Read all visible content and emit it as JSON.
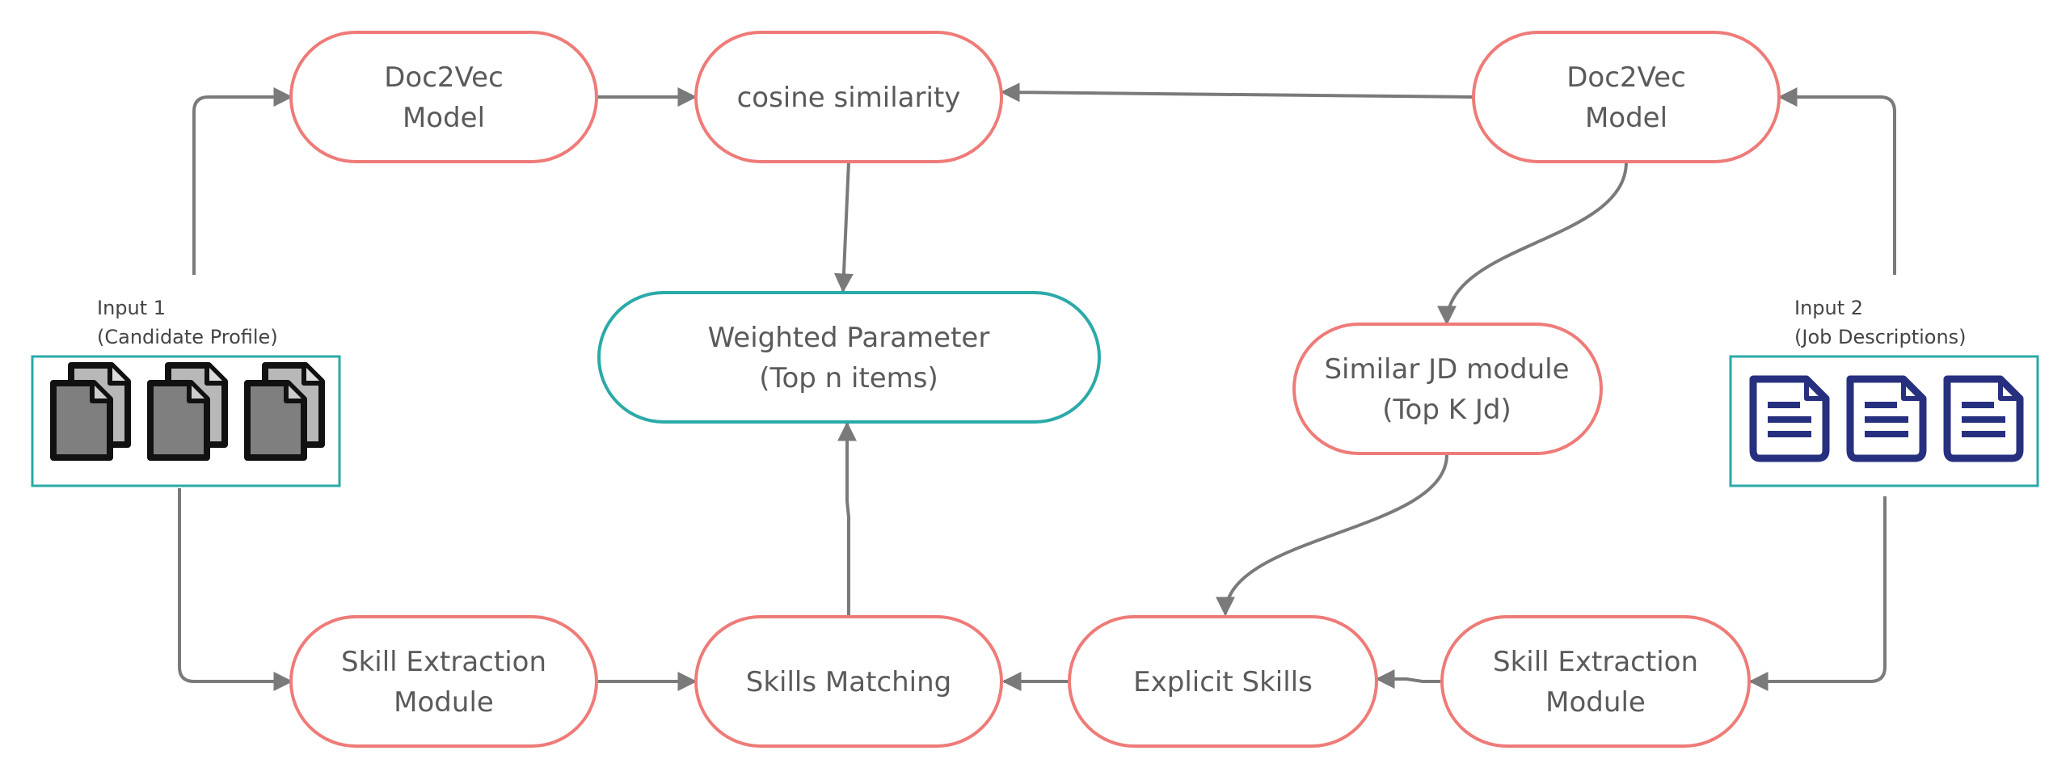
{
  "nodes": {
    "doc2vec_left": {
      "lines": [
        "Doc2Vec",
        "Model"
      ]
    },
    "cosine": {
      "lines": [
        "cosine similarity"
      ]
    },
    "doc2vec_right": {
      "lines": [
        "Doc2Vec",
        "Model"
      ]
    },
    "weighted": {
      "lines": [
        "Weighted Parameter",
        "(Top n items)"
      ]
    },
    "similar_jd": {
      "lines": [
        "Similar JD module",
        "(Top K Jd)"
      ]
    },
    "skill_extraction_left": {
      "lines": [
        "Skill Extraction",
        "Module"
      ]
    },
    "skills_matching": {
      "lines": [
        "Skills Matching"
      ]
    },
    "explicit_skills": {
      "lines": [
        "Explicit Skills"
      ]
    },
    "skill_extraction_right": {
      "lines": [
        "Skill Extraction",
        "Module"
      ]
    }
  },
  "inputs": {
    "input1": {
      "title": "Input 1",
      "subtitle": "(Candidate Profile)",
      "icon": "copy-document-icon",
      "count": 3
    },
    "input2": {
      "title": "Input 2",
      "subtitle": "(Job Descriptions)",
      "icon": "text-document-icon",
      "count": 3
    }
  },
  "colors": {
    "pill_border": "#ee7b78",
    "teal": "#2aaaa8",
    "arrow": "#7a7a7a",
    "text": "#5a5a5a",
    "doc_navy": "#27307f"
  }
}
